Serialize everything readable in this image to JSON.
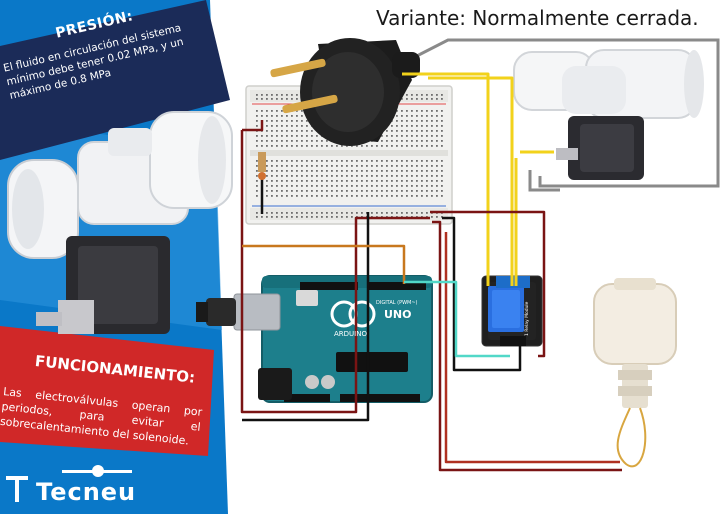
{
  "variant_title": "Variante: Normalmente cerrada.",
  "pressure": {
    "title": "PRESIÓN:",
    "body": "El fluido en circulación del sistema mínimo debe tener 0.02 MPa, y un máximo de 0.8 MPa"
  },
  "operation": {
    "title": "FUNCIONAMIENTO:",
    "body": "Las electroválvulas operan por periodos, para evitar el sobrecalentamiento del solenoide."
  },
  "brand": {
    "name": "ecneu",
    "logo_letter": "T"
  },
  "board": {
    "brand": "ARDUINO",
    "model": "UNO",
    "digital_label": "DIGITAL (PWM~)"
  },
  "relay": {
    "label": "1 Relay Module"
  },
  "icons": [
    "plug-icon",
    "solenoid-valve-icon",
    "breadboard-icon",
    "arduino-board-icon",
    "relay-module-icon",
    "float-sensor-icon",
    "usb-cable-icon"
  ],
  "colors": {
    "blue_panel": "#0a78c8",
    "navy_box": "#1b2b58",
    "red_box": "#d02828",
    "wire_yellow": "#f2d21b",
    "wire_dark_red": "#7a1414",
    "wire_black": "#111111",
    "wire_orange": "#c8781e",
    "wire_cyan": "#52d8c8",
    "wire_grey": "#8a8a8a",
    "board_teal": "#1d7f8c"
  }
}
